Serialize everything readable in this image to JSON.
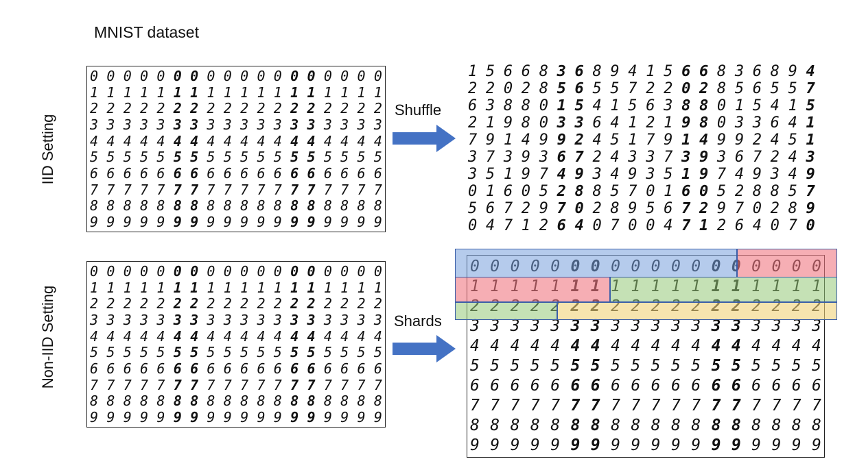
{
  "title": "MNIST dataset",
  "iid_label": "IID Setting",
  "noniid_label": "Non-IID Setting",
  "shuffle_label": "Shuffle",
  "shards_label": "Shards",
  "colors": {
    "arrow": "#4472c4",
    "shard_blue": "#7fa5dc",
    "shard_red": "#f07c86",
    "shard_green": "#98c878",
    "shard_yellow": "#f0d27a"
  },
  "sorted_rows": [
    "000000000000000000",
    "111111111111111111",
    "222222222222222222",
    "333333333333333333",
    "444444444444444444",
    "555555555555555555",
    "666666666666666666",
    "777777777777777777",
    "888888888888888888",
    "999999999999999999"
  ],
  "shuffled_rows": [
    "156683689415668368 94",
    "220285655722028565 57",
    "638801541563880154 15",
    "219803364121980336 41",
    "791499245179149924 51",
    "373936724337393672 43",
    "351974934935197493 49",
    "016052885701605288 57",
    "567297028956729702 89",
    "047126407004712640 70"
  ],
  "shards": [
    {
      "name": "shard-blue-0",
      "color": "blue"
    },
    {
      "name": "shard-red-0",
      "color": "red"
    },
    {
      "name": "shard-red-1",
      "color": "red"
    },
    {
      "name": "shard-green-1",
      "color": "green"
    },
    {
      "name": "shard-green-2",
      "color": "green"
    },
    {
      "name": "shard-yellow-2",
      "color": "yellow"
    }
  ]
}
